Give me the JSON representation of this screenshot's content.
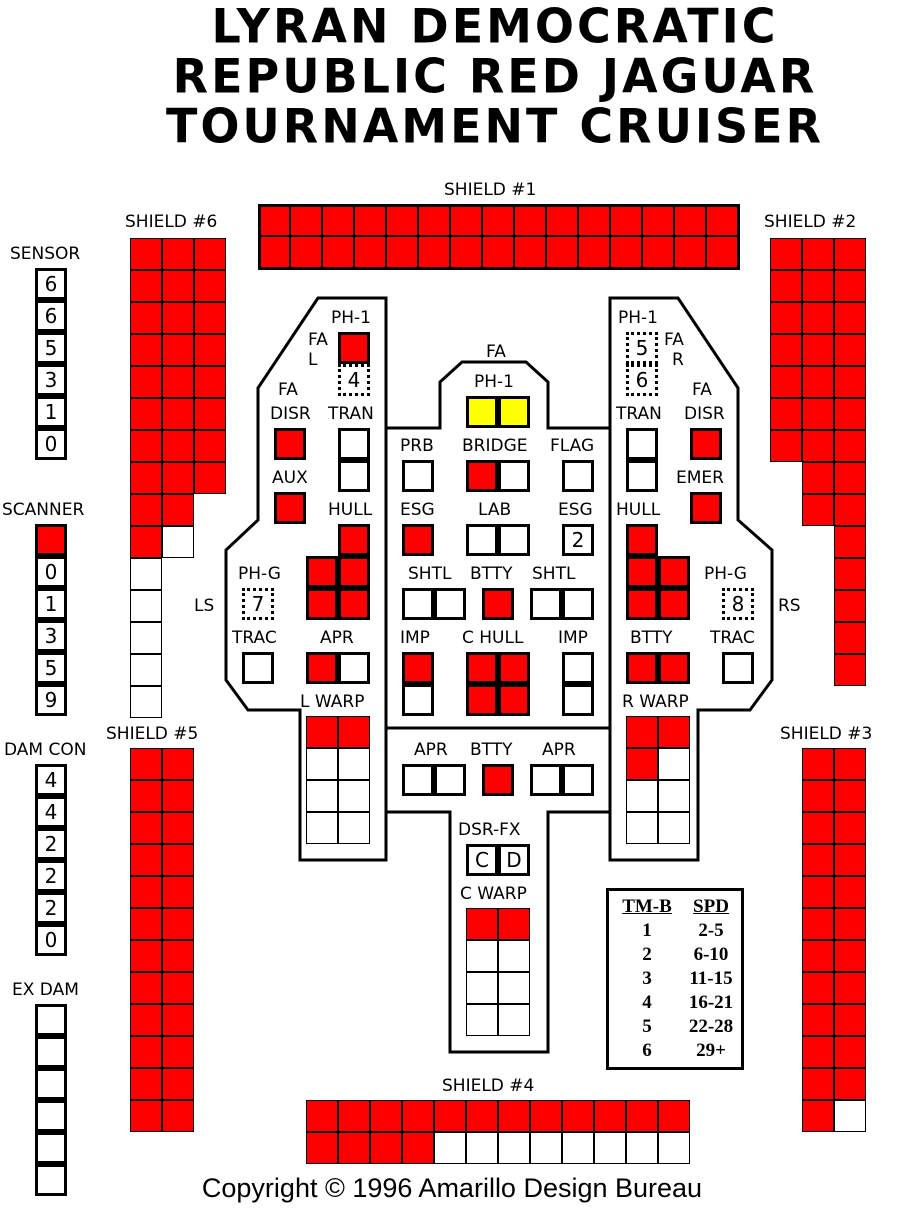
{
  "title": {
    "line1": "LYRAN DEMOCRATIC",
    "line2": "REPUBLIC RED JAGUAR",
    "line3": "TOURNAMENT CRUISER"
  },
  "shields": {
    "s1": {
      "label": "SHIELD #1"
    },
    "s2": {
      "label": "SHIELD #2"
    },
    "s3": {
      "label": "SHIELD #3"
    },
    "s4": {
      "label": "SHIELD #4"
    },
    "s5": {
      "label": "SHIELD #5"
    },
    "s6": {
      "label": "SHIELD #6"
    }
  },
  "tracks": {
    "sensor": {
      "label": "SENSOR",
      "values": [
        "6",
        "6",
        "5",
        "3",
        "1",
        "0"
      ]
    },
    "scanner": {
      "label": "SCANNER",
      "values": [
        "",
        "0",
        "1",
        "3",
        "5",
        "9"
      ]
    },
    "damcon": {
      "label": "DAM CON",
      "values": [
        "4",
        "4",
        "2",
        "2",
        "2",
        "0"
      ]
    },
    "exdam": {
      "label": "EX DAM",
      "values": [
        "",
        "",
        "",
        "",
        "",
        ""
      ]
    }
  },
  "systems": {
    "ph1_fal": {
      "label": "PH-1",
      "arc": "FA",
      "arc2": "L",
      "num": "4"
    },
    "ph1_far": {
      "label": "PH-1",
      "arc": "FA",
      "arc2": "R",
      "num1": "5",
      "num2": "6"
    },
    "ph1_fa": {
      "label": "PH-1",
      "arc": "FA"
    },
    "disr_l": {
      "label": "DISR",
      "arc": "FA"
    },
    "disr_r": {
      "label": "DISR",
      "arc": "FA"
    },
    "tran_l": {
      "label": "TRAN"
    },
    "tran_r": {
      "label": "TRAN"
    },
    "prb": {
      "label": "PRB"
    },
    "bridge": {
      "label": "BRIDGE"
    },
    "flag": {
      "label": "FLAG"
    },
    "aux": {
      "label": "AUX"
    },
    "emer": {
      "label": "EMER"
    },
    "hull_l": {
      "label": "HULL"
    },
    "hull_r": {
      "label": "HULL"
    },
    "esg_l": {
      "label": "ESG"
    },
    "lab": {
      "label": "LAB"
    },
    "esg_r": {
      "label": "ESG",
      "num": "2"
    },
    "phg_l": {
      "label": "PH-G",
      "num": "7",
      "side": "LS"
    },
    "phg_r": {
      "label": "PH-G",
      "num": "8",
      "side": "RS"
    },
    "shtl_l": {
      "label": "SHTL"
    },
    "btty_c": {
      "label": "BTTY"
    },
    "shtl_r": {
      "label": "SHTL"
    },
    "trac_l": {
      "label": "TRAC"
    },
    "apr_l": {
      "label": "APR"
    },
    "imp_l": {
      "label": "IMP"
    },
    "chull": {
      "label": "C HULL"
    },
    "imp_r": {
      "label": "IMP"
    },
    "btty_r": {
      "label": "BTTY"
    },
    "trac_r": {
      "label": "TRAC"
    },
    "lwarp": {
      "label": "L WARP"
    },
    "rwarp": {
      "label": "R WARP"
    },
    "apr_b1": {
      "label": "APR"
    },
    "btty_b": {
      "label": "BTTY"
    },
    "apr_b2": {
      "label": "APR"
    },
    "dsrfx": {
      "label": "DSR-FX",
      "c": "C",
      "d": "D"
    },
    "cwarp": {
      "label": "C WARP"
    }
  },
  "speed_table": {
    "headers": [
      "TM-B",
      "SPD"
    ],
    "rows": [
      [
        "1",
        "2-5"
      ],
      [
        "2",
        "6-10"
      ],
      [
        "3",
        "11-15"
      ],
      [
        "4",
        "16-21"
      ],
      [
        "5",
        "22-28"
      ],
      [
        "6",
        "29+"
      ]
    ]
  },
  "copyright": "Copyright © 1996 Amarillo Design Bureau",
  "colors": {
    "damage": "#ff0000",
    "highlight": "#ffff00",
    "line": "#000000"
  }
}
